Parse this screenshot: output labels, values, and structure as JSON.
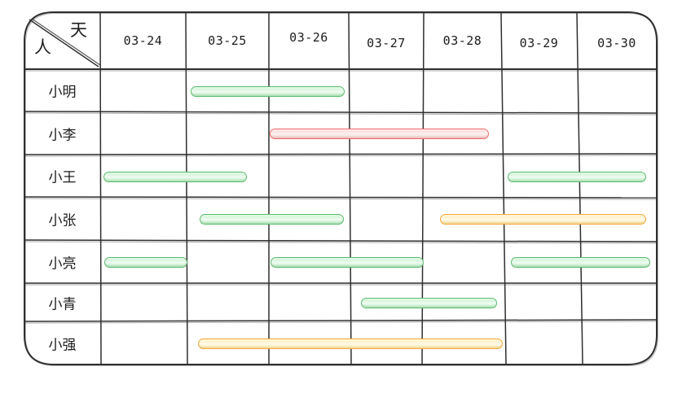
{
  "page": {
    "background": "#ffffff"
  },
  "header": {
    "corner": {
      "top_right_label": "天",
      "bottom_left_label": "人"
    },
    "dates": [
      "03-24",
      "03-25",
      "03-26",
      "03-27",
      "03-28",
      "03-29",
      "03-30"
    ]
  },
  "people": [
    "小明",
    "小李",
    "小王",
    "小张",
    "小亮",
    "小青",
    "小强"
  ],
  "colors": {
    "grid_stroke": "#2f2f2f",
    "text": "#1c1c1c",
    "green_fill": "#b9efc2",
    "green_stroke": "#5abb6e",
    "red_fill": "#fbc7c7",
    "red_stroke": "#ef6a6a",
    "orange_fill": "#ffe9a1",
    "orange_stroke": "#f7a737"
  },
  "chart_data": {
    "type": "table",
    "subtype": "gantt",
    "title": "",
    "corner_axis_labels": {
      "columns": "天",
      "rows": "人"
    },
    "columns": [
      "03-24",
      "03-25",
      "03-26",
      "03-27",
      "03-28",
      "03-29",
      "03-30"
    ],
    "rows": [
      "小明",
      "小李",
      "小王",
      "小张",
      "小亮",
      "小青",
      "小强"
    ],
    "bars": [
      {
        "person": "小明",
        "start": "03-25",
        "end": "03-26",
        "color": "green"
      },
      {
        "person": "小李",
        "start": "03-26",
        "end": "03-28",
        "color": "red"
      },
      {
        "person": "小王",
        "start": "03-24",
        "end": "03-25",
        "color": "green"
      },
      {
        "person": "小王",
        "start": "03-29",
        "end": "03-30",
        "color": "green"
      },
      {
        "person": "小张",
        "start": "03-25",
        "end": "03-26",
        "color": "green"
      },
      {
        "person": "小张",
        "start": "03-28",
        "end": "03-30",
        "color": "orange"
      },
      {
        "person": "小亮",
        "start": "03-24",
        "end": "03-24",
        "color": "green"
      },
      {
        "person": "小亮",
        "start": "03-26",
        "end": "03-27",
        "color": "green"
      },
      {
        "person": "小亮",
        "start": "03-29",
        "end": "03-30",
        "color": "green"
      },
      {
        "person": "小青",
        "start": "03-27",
        "end": "03-28",
        "color": "green"
      },
      {
        "person": "小强",
        "start": "03-25",
        "end": "03-28",
        "color": "orange"
      }
    ],
    "legend": null,
    "grid": true
  }
}
